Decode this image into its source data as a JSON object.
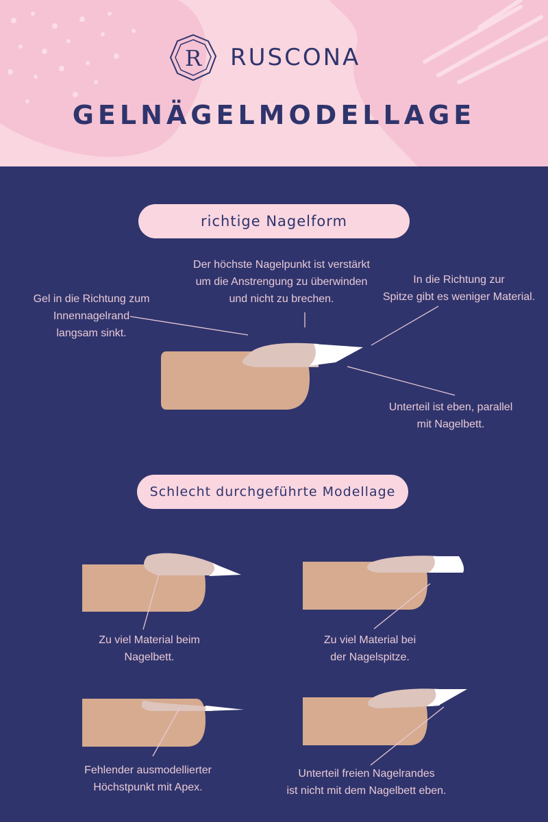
{
  "brand": {
    "name": "RUSCONA",
    "logo_letter": "R",
    "logo_icon": "octagon-monogram-logo"
  },
  "header": {
    "title": "GELNÄGELMODELLAGE"
  },
  "sections": {
    "correct": {
      "heading": "richtige Nagelform",
      "labels": {
        "left": "Gel in die Richtung zum\nInnennagelrand\nlangsam sinkt.",
        "top": "Der höchste Nagelpunkt ist verstärkt\num die Anstrengung zu überwinden\nund nicht zu brechen.",
        "right": "In die Richtung zur\nSpitze gibt es weniger Material.",
        "bottom": "Unterteil ist eben, parallel\nmit Nagelbett."
      }
    },
    "bad": {
      "heading": "Schlecht durchgeführte Modellage",
      "labels": {
        "a": "Zu viel Material beim\nNagelbett.",
        "b": "Zu viel Material bei\nder Nagelspitze.",
        "c": "Fehlender ausmodellierter\nHöchstpunkt mit Apex.",
        "d": "Unterteil freien Nagelrandes\nist nicht mit dem Nagelbett eben."
      }
    }
  },
  "colors": {
    "background": "#2f346c",
    "header_pink": "#f9d6e0",
    "skin": "#d6ab8f",
    "nail_gel": "#ddc4bd",
    "tip_white": "#ffffff",
    "label_text": "#e9c9d6"
  }
}
